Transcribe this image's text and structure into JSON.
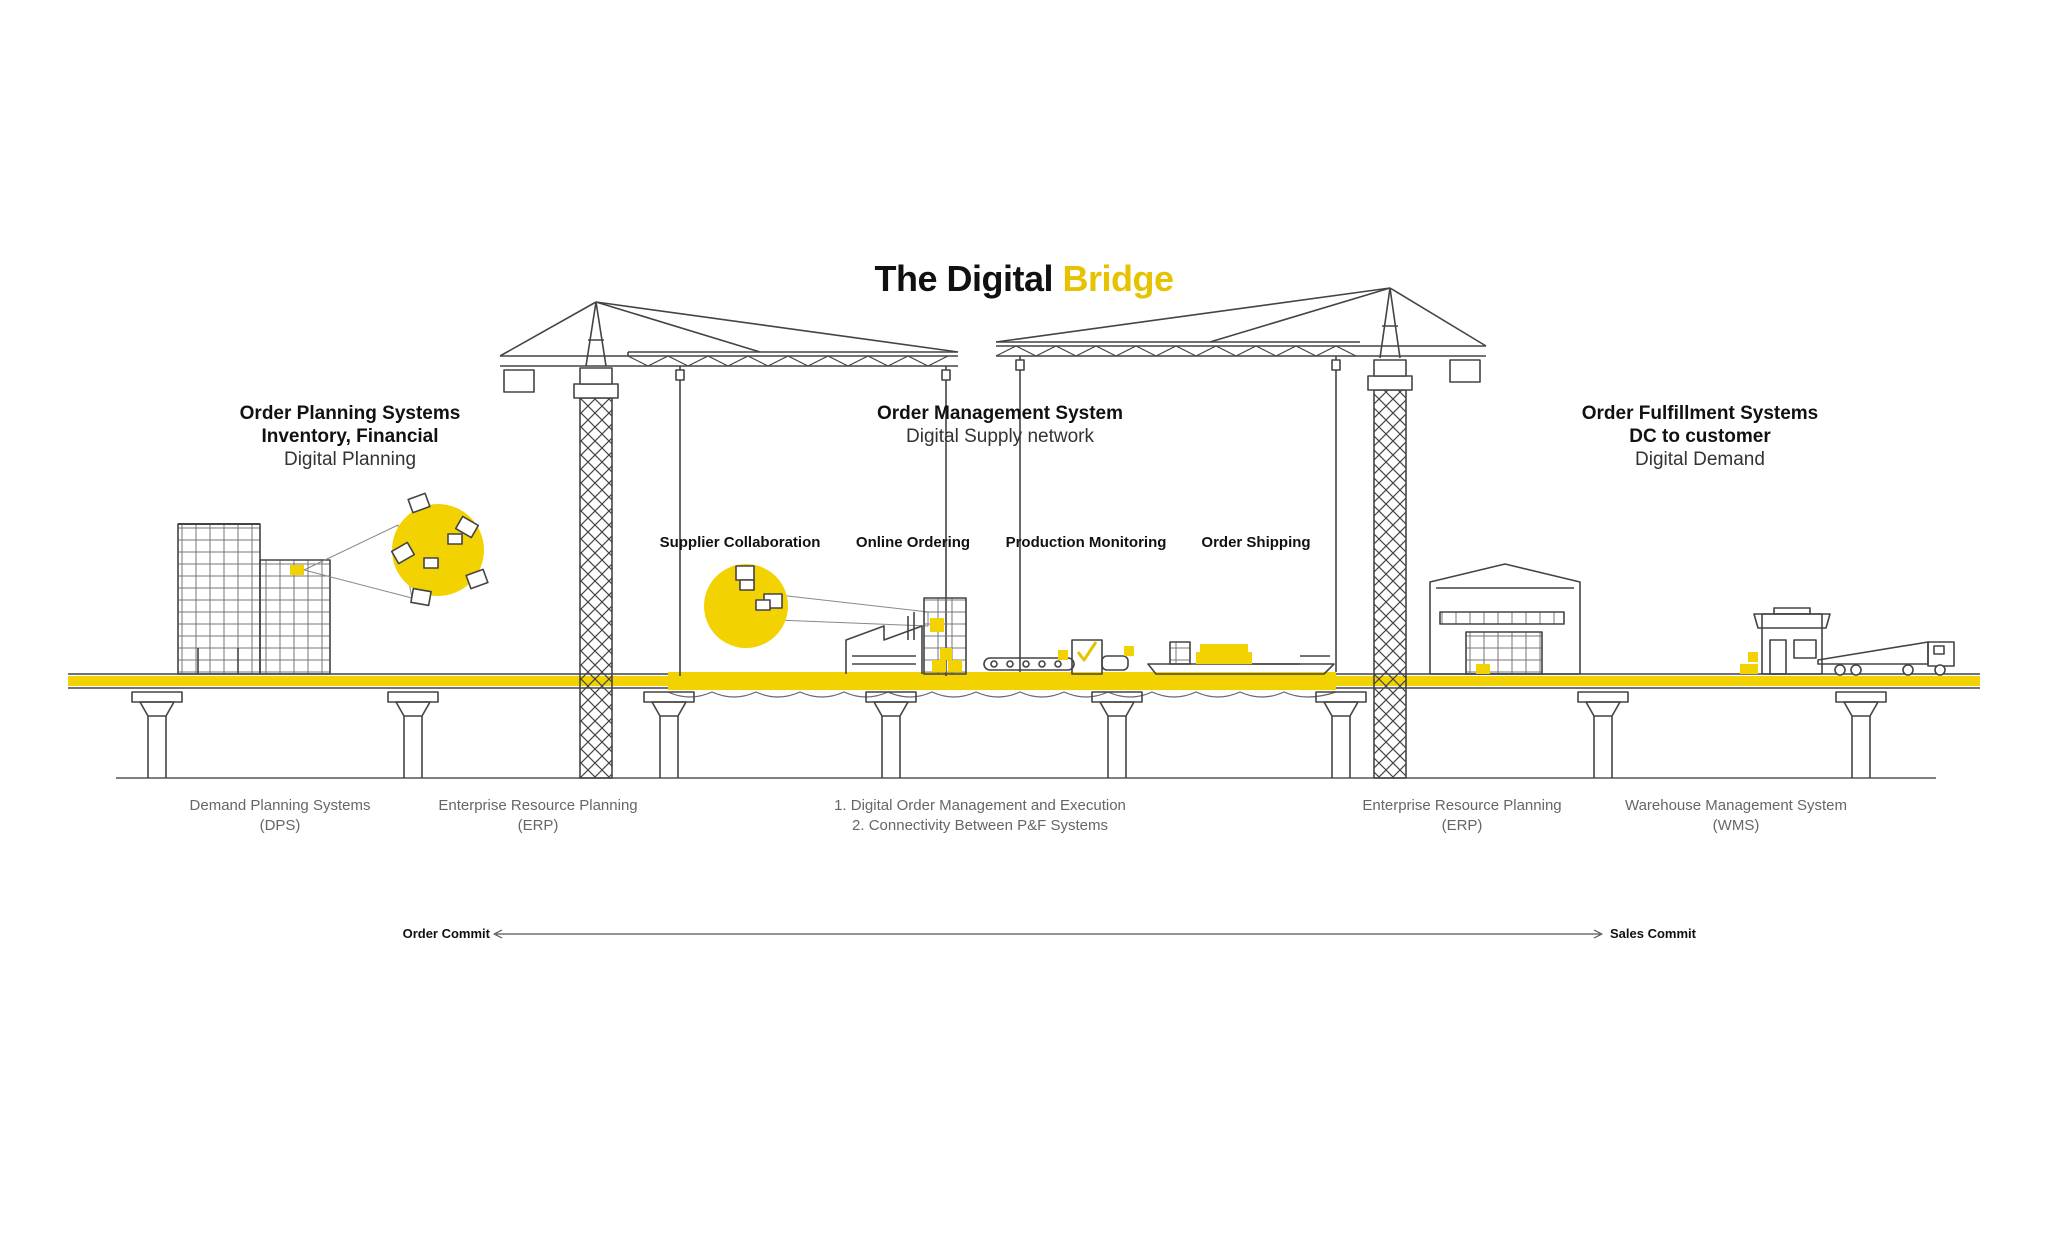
{
  "title": {
    "main": "The Digital ",
    "highlight": "Bridge"
  },
  "colors": {
    "accent": "#f2d200",
    "line": "#444444",
    "text": "#111111",
    "muted": "#666666"
  },
  "sections": {
    "planning": {
      "line1": "Order Planning Systems",
      "line2": "Inventory, Financial",
      "sub": "Digital Planning"
    },
    "management": {
      "line1": "Order Management System",
      "sub": "Digital Supply network"
    },
    "fulfillment": {
      "line1": "Order Fulfillment Systems",
      "line2": "DC to customer",
      "sub": "Digital Demand"
    }
  },
  "stages": [
    "Supplier Collaboration",
    "Online Ordering",
    "Production Monitoring",
    "Order Shipping"
  ],
  "systems": [
    {
      "line1": "Demand Planning  Systems",
      "line2": "(DPS)"
    },
    {
      "line1": "Enterprise Resource Planning",
      "line2": "(ERP)"
    },
    {
      "line1": "1. Digital Order Management and Execution",
      "line2": "2. Connectivity Between P&F Systems"
    },
    {
      "line1": "Enterprise Resource Planning",
      "line2": "(ERP)"
    },
    {
      "line1": "Warehouse Management System",
      "line2": "(WMS)"
    }
  ],
  "flow": {
    "start": "Order Commit",
    "end": "Sales Commit"
  },
  "icons": [
    "office-building-icon",
    "meeting-table-icon",
    "tower-crane-icon",
    "factory-icon",
    "conveyor-belt-icon",
    "cargo-ship-icon",
    "warehouse-icon",
    "storefront-icon",
    "delivery-truck-icon"
  ]
}
